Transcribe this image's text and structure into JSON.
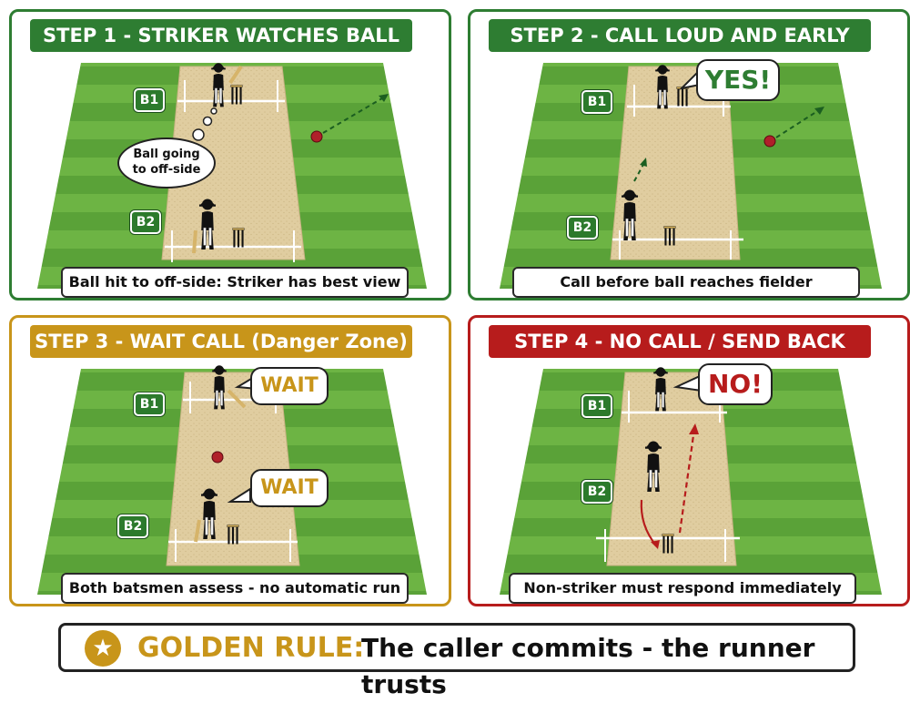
{
  "colors": {
    "green": "#2e7d32",
    "amber": "#c8951a",
    "red": "#b71c1c",
    "pitch": "#e2cfa4"
  },
  "panels": [
    {
      "title": "STEP 1 - STRIKER WATCHES BALL",
      "caption": "Ball hit to off-side: Striker has best view",
      "b1": "B1",
      "b2": "B2",
      "thought": "Ball going to off-side"
    },
    {
      "title": "STEP 2 - CALL LOUD AND EARLY",
      "caption": "Call before ball reaches fielder",
      "b1": "B1",
      "b2": "B2",
      "call": "YES!"
    },
    {
      "title": "STEP 3 - WAIT CALL (Danger Zone)",
      "caption": "Both batsmen assess - no automatic run",
      "b1": "B1",
      "b2": "B2",
      "call1": "WAIT",
      "call2": "WAIT"
    },
    {
      "title": "STEP 4 - NO CALL / SEND BACK",
      "caption": "Non-striker must respond immediately",
      "b1": "B1",
      "b2": "B2",
      "call": "NO!"
    }
  ],
  "golden_rule": {
    "label": "GOLDEN RULE:",
    "text": "The caller commits - the runner trusts"
  }
}
